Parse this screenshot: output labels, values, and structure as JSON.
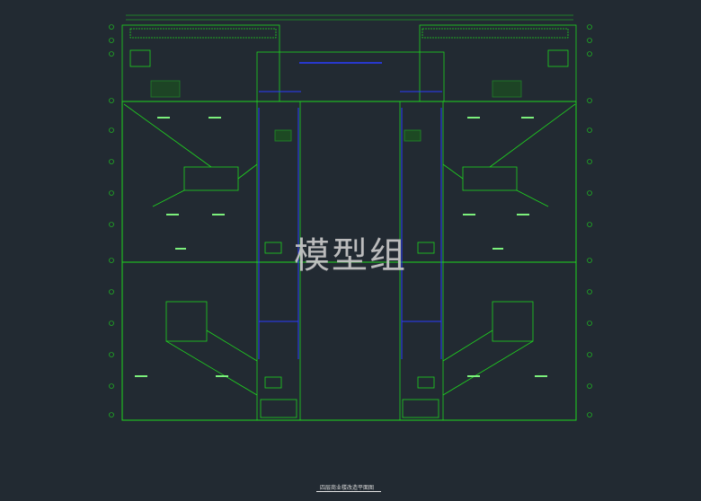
{
  "watermark": "模型组",
  "drawing_title": "四层商业楼改造平面图",
  "colors": {
    "background": "#222a32",
    "wall": "#1fd51f",
    "annotation": "#7cf07c",
    "blue_line": "#2a3cff",
    "white_text": "#e6e6e6"
  },
  "icons": [
    "grid-axis-bubble",
    "stair-symbol",
    "escalator-symbol",
    "dimension-line"
  ]
}
